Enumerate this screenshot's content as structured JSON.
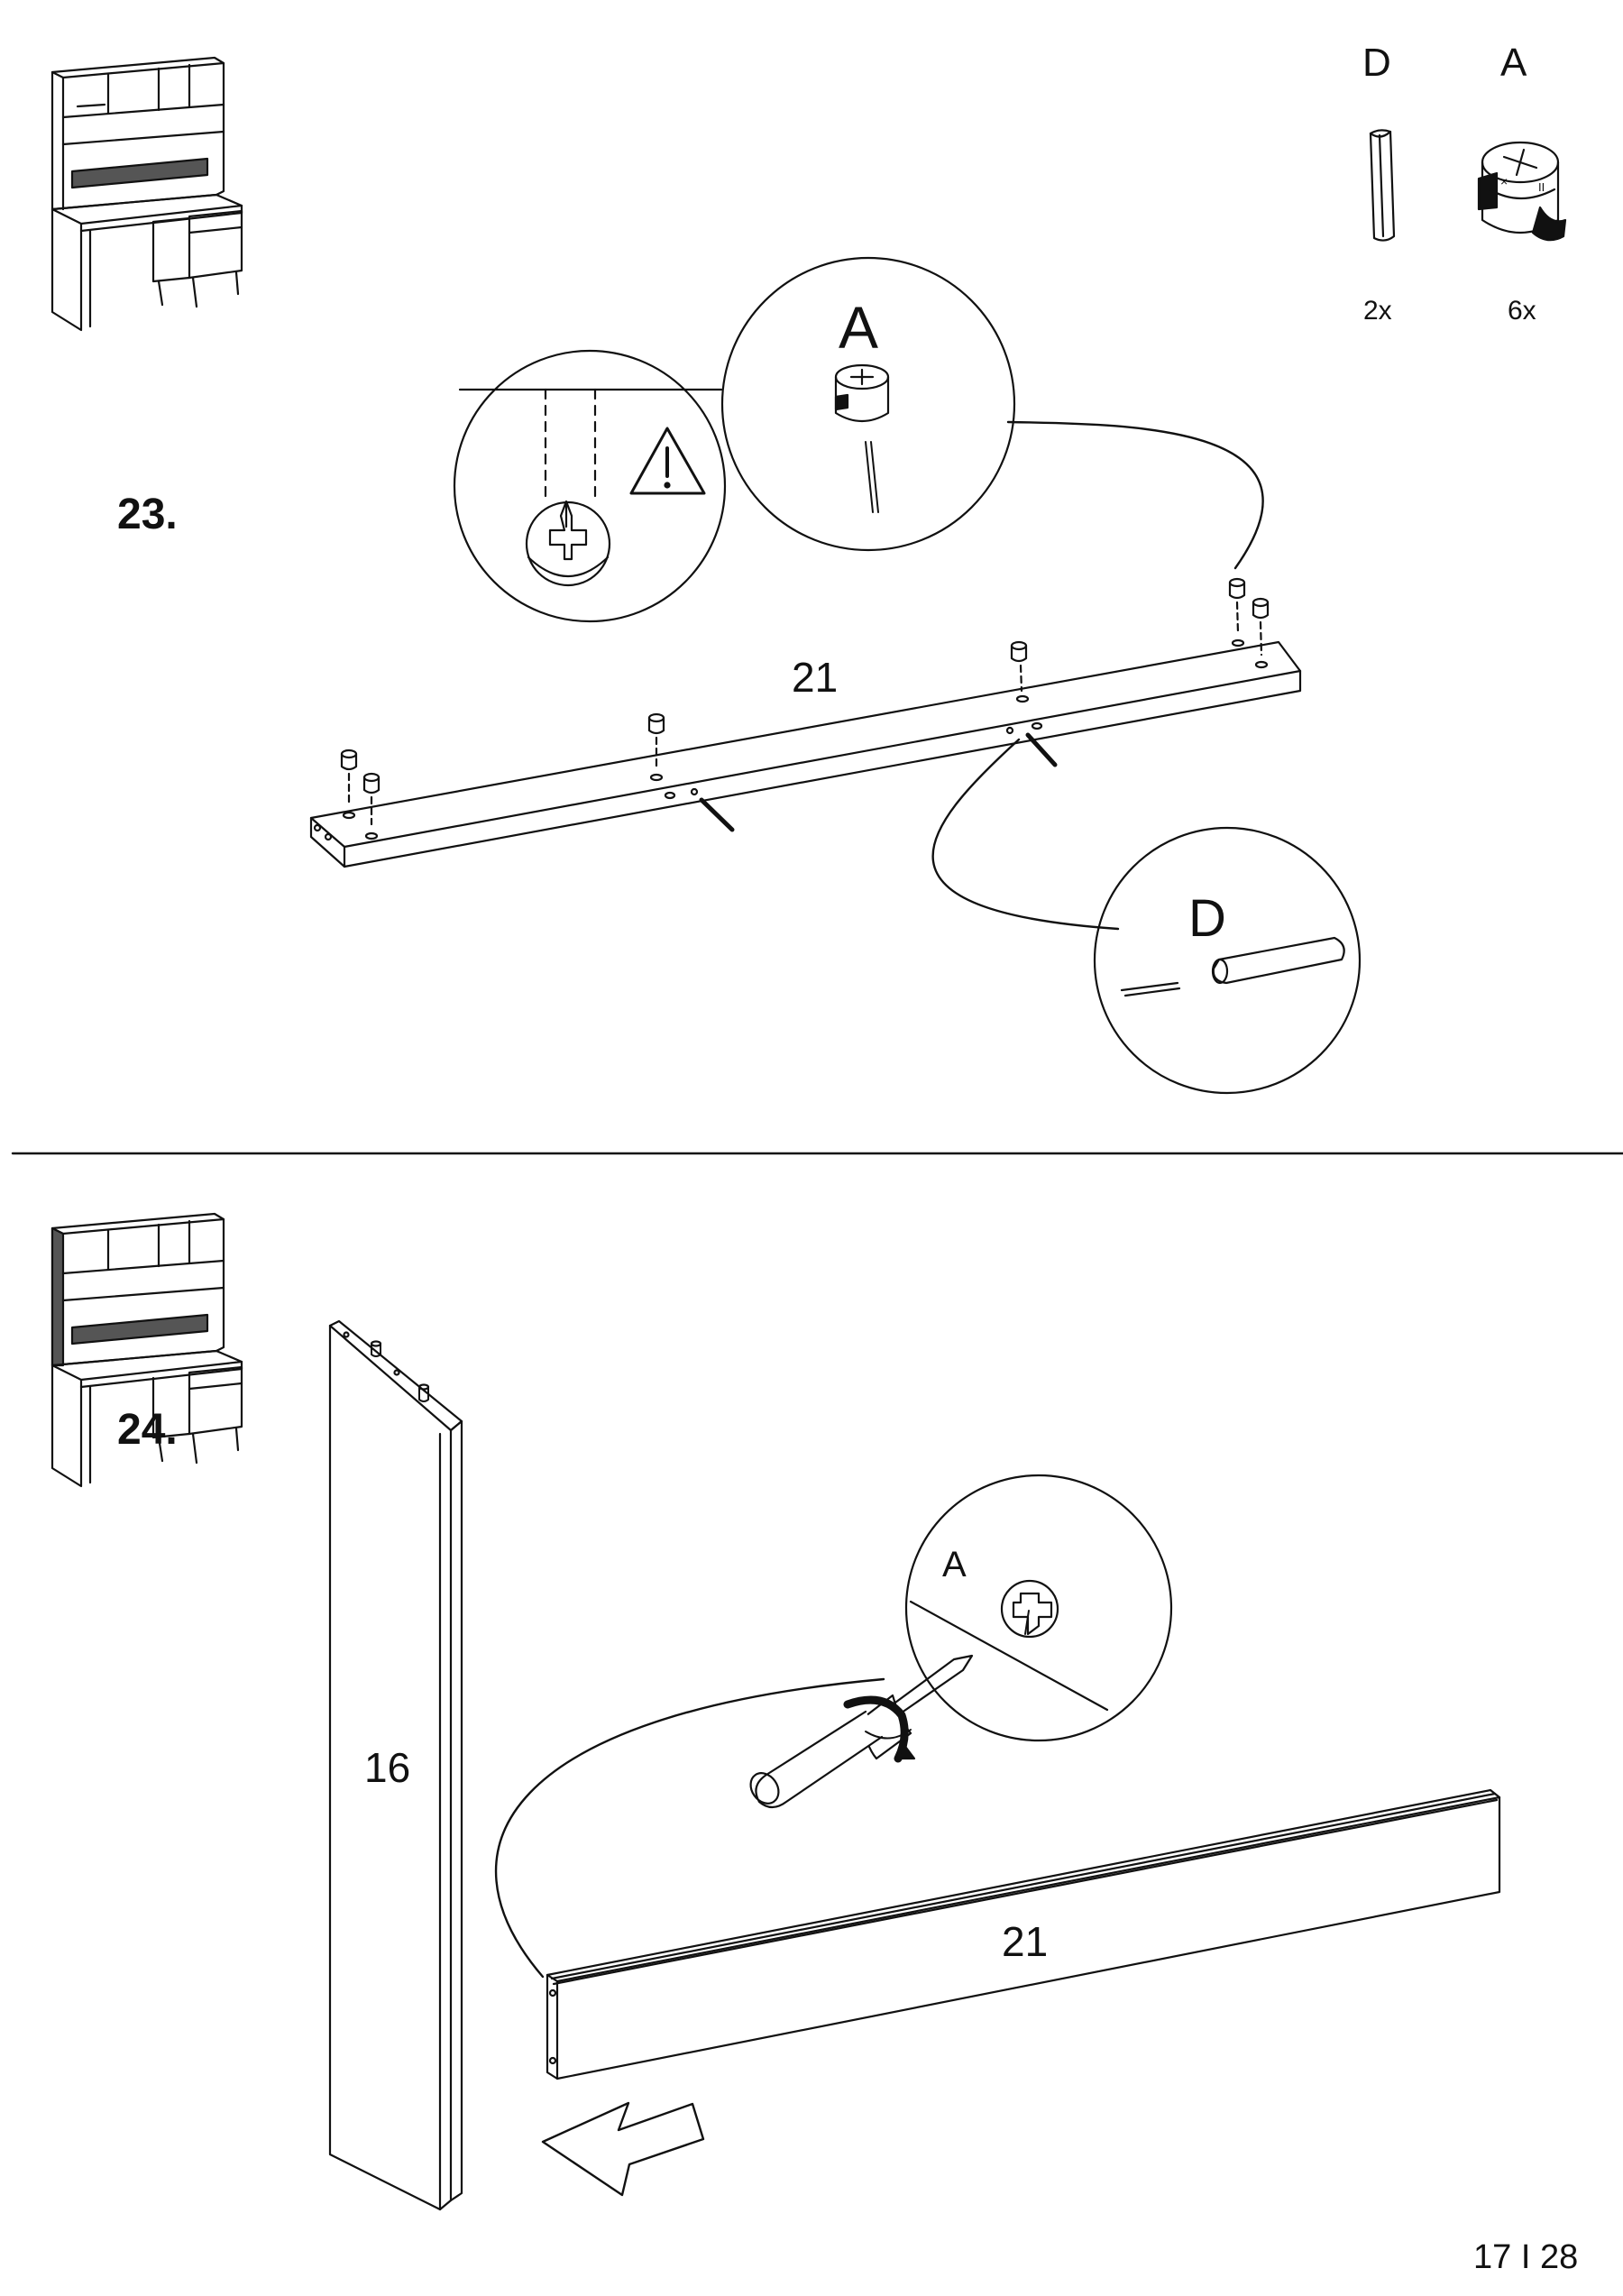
{
  "header": {
    "parts": [
      {
        "letter": "D",
        "quantity": "2x",
        "icon": "dowel-icon"
      },
      {
        "letter": "A",
        "quantity": "6x",
        "icon": "cam-lock-icon"
      }
    ]
  },
  "steps": [
    {
      "number": "23.",
      "panel_label": "21",
      "callouts": {
        "cam": "A",
        "dowel": "D"
      },
      "warning_icon": "warning-icon"
    },
    {
      "number": "24.",
      "panel_labels": {
        "vertical": "16",
        "horizontal": "21"
      },
      "callouts": {
        "cam": "A"
      },
      "tool_icon": "screwdriver-icon",
      "arrow_icon": "direction-arrow-icon"
    }
  ],
  "footer": {
    "page": "17 I 28"
  }
}
